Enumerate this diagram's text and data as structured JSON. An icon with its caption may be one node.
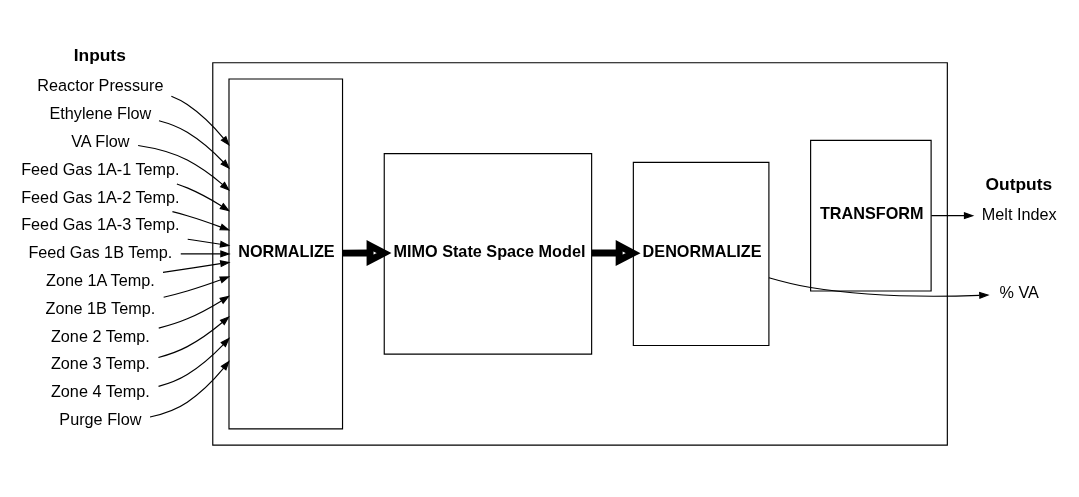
{
  "diagram": {
    "nodes": [
      {
        "text": [],
        "shape": "box"
      },
      {
        "text": [
          "NORMALIZE"
        ],
        "in": 0
      },
      {
        "text": [
          "MIMO State Space Model"
        ],
        "in": 0
      },
      {
        "text": [
          "DENORMALIZE"
        ],
        "in": 0
      },
      {
        "text": [
          "TRANSFORM"
        ],
        "in": 0
      },
      {
        "text": [
          "Reactor Pressure"
        ]
      },
      {
        "text": [
          "Ethylene Flow"
        ]
      },
      {
        "text": [
          "VA Flow"
        ]
      },
      {
        "text": [
          "Feed Gas 1A-1 Temp."
        ]
      },
      {
        "text": [
          "Feed Gas 1A-2 Temp."
        ]
      },
      {
        "text": [
          "Feed Gas 1A-3 Temp."
        ]
      },
      {
        "text": [
          "Feed Gas 1B Temp."
        ]
      },
      {
        "text": [
          "Zone 1A Temp."
        ]
      },
      {
        "text": [
          "Zone 1B Temp."
        ]
      },
      {
        "text": [
          "Zone 2 Temp."
        ]
      },
      {
        "text": [
          "Zone 3 Temp."
        ]
      },
      {
        "text": [
          "Zone 4 Temp."
        ]
      },
      {
        "text": [
          "Purge Flow"
        ]
      },
      {
        "text": [
          "Melt Index"
        ]
      },
      {
        "text": [
          "% VA"
        ]
      }
    ],
    "edges": [
      {
        "from": 5,
        "to": 1,
        "arrow": "to"
      },
      {
        "from": 6,
        "to": 1,
        "arrow": "to"
      },
      {
        "from": 7,
        "to": 1,
        "arrow": "to"
      },
      {
        "from": 8,
        "to": 1,
        "arrow": "to"
      },
      {
        "from": 9,
        "to": 1,
        "arrow": "to"
      },
      {
        "from": 10,
        "to": 1,
        "arrow": "to"
      },
      {
        "from": 11,
        "to": 1,
        "arrow": "to"
      },
      {
        "from": 12,
        "to": 1,
        "arrow": "to"
      },
      {
        "from": 13,
        "to": 1,
        "arrow": "to"
      },
      {
        "from": 14,
        "to": 1,
        "arrow": "to"
      },
      {
        "from": 15,
        "to": 1,
        "arrow": "to"
      },
      {
        "from": 16,
        "to": 1,
        "arrow": "to"
      },
      {
        "from": 17,
        "to": 1,
        "arrow": "to"
      },
      {
        "from": 1,
        "to": 2,
        "arrow": "to",
        "style": "thick"
      },
      {
        "from": 2,
        "to": 3,
        "arrow": "to",
        "style": "thick"
      },
      {
        "from": 4,
        "to": 18,
        "arrow": "to"
      },
      {
        "from": 3,
        "to": 19,
        "arrow": "to"
      }
    ],
    "labels": [
      "Inputs",
      "Outputs"
    ]
  }
}
